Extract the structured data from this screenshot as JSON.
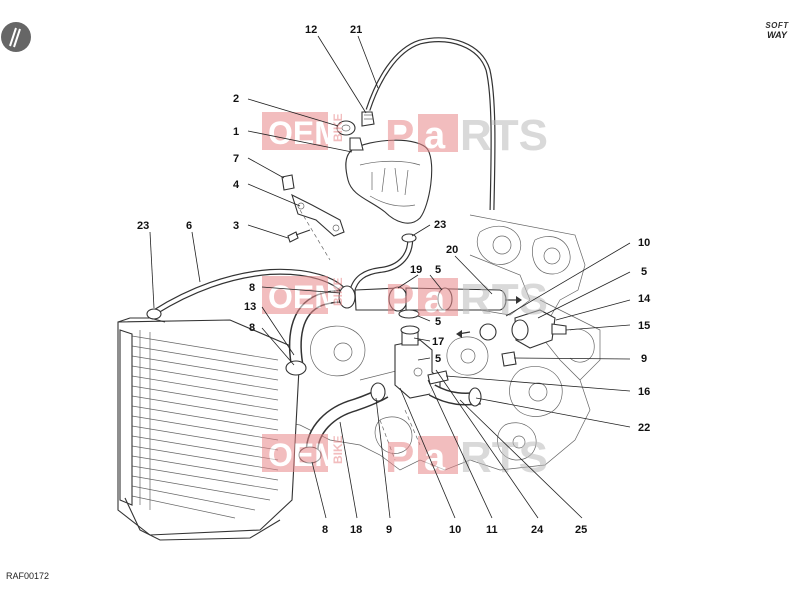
{
  "document": {
    "reference_code": "RAF00172"
  },
  "brand": {
    "line1": "SOFT",
    "line2": "WAY"
  },
  "watermark": {
    "oem": "OEM",
    "bike": "BIKE",
    "parts_a": "P",
    "parts_b": "a",
    "parts_c": "RTS",
    "color": "#e8888a"
  },
  "callouts": {
    "c12": "12",
    "c21": "21",
    "c2": "2",
    "c1": "1",
    "c7": "7",
    "c4": "4",
    "c3": "3",
    "c23a": "23",
    "c6": "6",
    "c23b": "23",
    "c20": "20",
    "c10a": "10",
    "c8a": "8",
    "c19": "19",
    "c5a": "5",
    "c5b": "5",
    "c13": "13",
    "c5c": "5",
    "c14": "14",
    "c8b": "8",
    "c17": "17",
    "c15": "15",
    "c5d": "5",
    "c9a": "9",
    "c16": "16",
    "c22": "22",
    "c8c": "8",
    "c18": "18",
    "c9b": "9",
    "c10b": "10",
    "c11": "11",
    "c24": "24",
    "c25": "25"
  }
}
